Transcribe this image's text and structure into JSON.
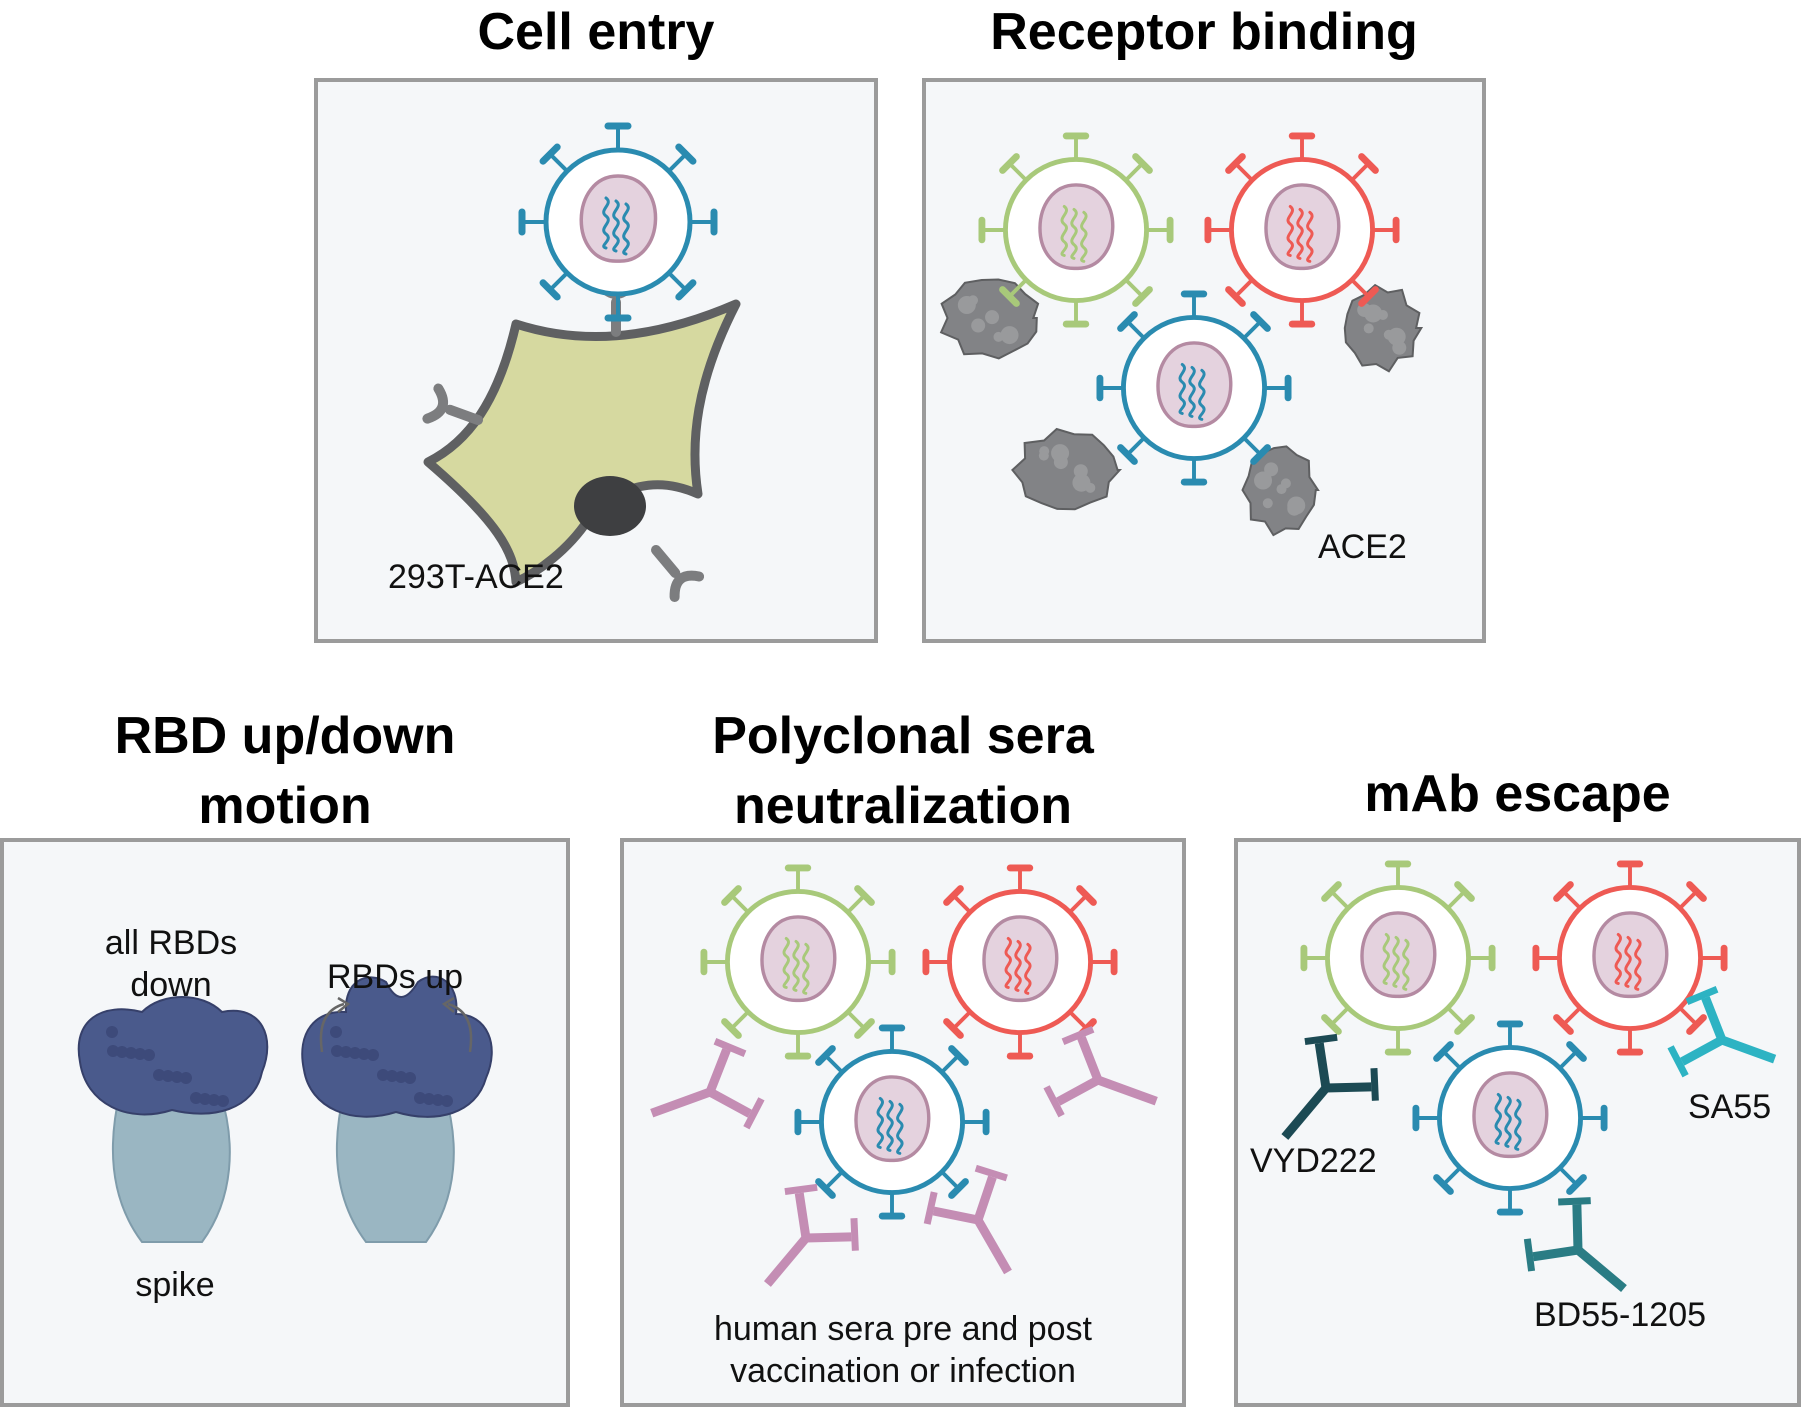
{
  "colors": {
    "virus_blue": "#2a8bb0",
    "virus_green": "#a8c97a",
    "virus_red": "#ee5a54",
    "nucleus_fill": "#e4d2de",
    "nucleus_stroke": "#b48aa2",
    "cell_fill": "#d6d9a0",
    "cell_stroke": "#5f6062",
    "ace2_gray": "#7c7d7f",
    "sera_antibody": "#c48db4",
    "spike_dark": "#4a5a8c",
    "spike_light": "#9ab6c2",
    "ab_vyd222": "#1c4a54",
    "ab_sa55": "#2db3c3",
    "ab_bd55": "#2a7c84",
    "panel_border": "#9b9b9b",
    "panel_bg": "#f5f7f9"
  },
  "panels": {
    "cell_entry": {
      "title": "Cell entry",
      "cell_label": "293T-ACE2"
    },
    "receptor_binding": {
      "title": "Receptor binding",
      "receptor_label": "ACE2"
    },
    "rbd_motion": {
      "title_line1": "RBD up/down",
      "title_line2": "motion",
      "down_label_line1": "all RBDs",
      "down_label_line2": "down",
      "up_label": "RBDs up",
      "spike_label": "spike"
    },
    "sera": {
      "title_line1": "Polyclonal sera",
      "title_line2": "neutralization",
      "caption_line1": "human sera pre and post",
      "caption_line2": "vaccination or infection"
    },
    "mab": {
      "title": "mAb escape",
      "antibodies": [
        "VYD222",
        "SA55",
        "BD55-1205"
      ]
    }
  }
}
